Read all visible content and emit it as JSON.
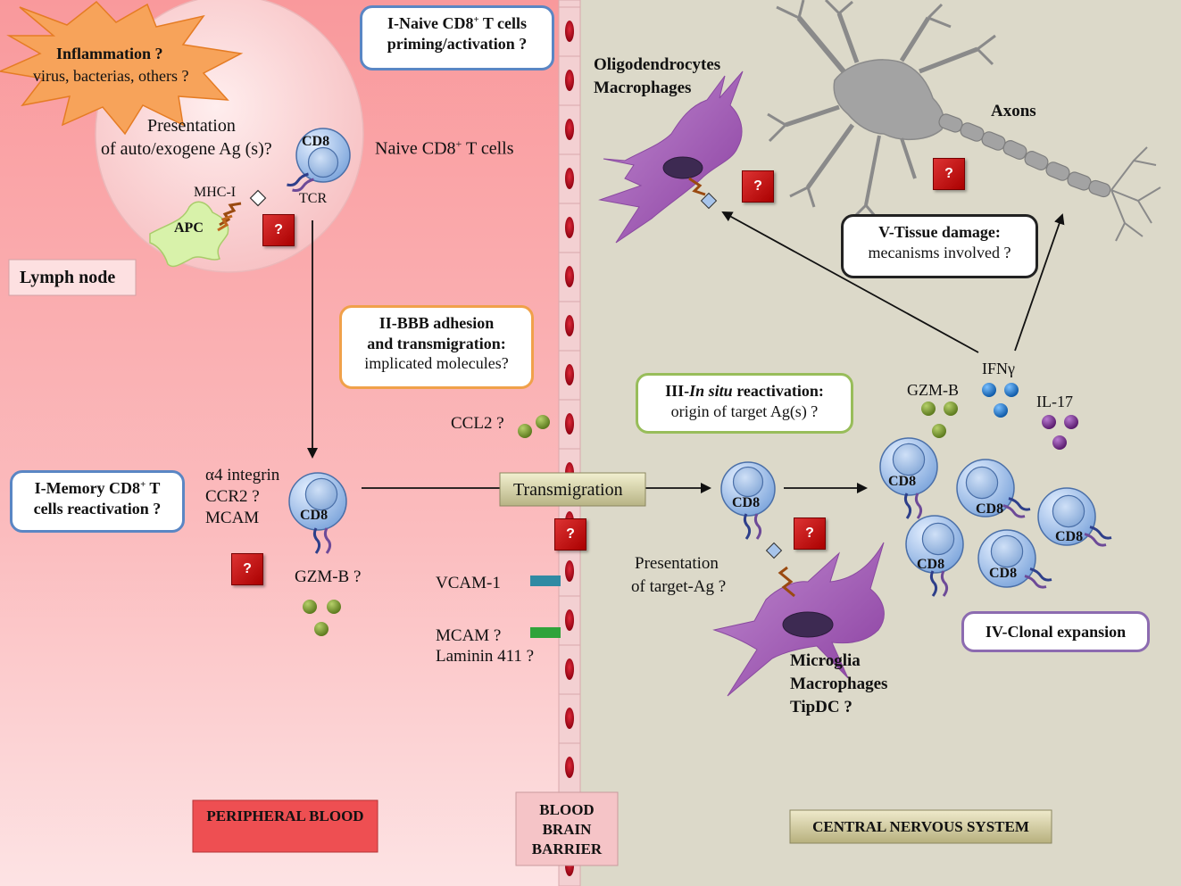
{
  "regions": {
    "peripheral_blood": "PERIPHERAL BLOOD",
    "blood_brain_barrier": [
      "BLOOD",
      "BRAIN",
      "BARRIER"
    ],
    "central_nervous_system": "CENTRAL NERVOUS SYSTEM",
    "lymph_node": "Lymph node"
  },
  "inflammation": {
    "title": "Inflammation ?",
    "subtitle": "virus, bacterias, others ?"
  },
  "presentation_auto": [
    "Presentation",
    "of auto/exogene Ag (s)?"
  ],
  "naive_label": {
    "text": "Naive CD8",
    "sup": "+",
    "tail": " T cells"
  },
  "boxes": {
    "naive_priming": {
      "line1_pre": "I-Naive CD8",
      "sup": "+",
      "line1_post": " T cells",
      "line2": "priming/activation ?"
    },
    "memory": {
      "line1_pre": "I-Memory CD8",
      "sup": "+",
      "line1_post": " T",
      "line2": "cells reactivation ?"
    },
    "bbb_adhesion": {
      "line1": "II-BBB adhesion",
      "line2": "and transmigration:",
      "line3": "implicated molecules?"
    },
    "in_situ": {
      "pre": "III-",
      "italic": "In situ",
      "post": " reactivation:",
      "line2": "origin of target Ag(s) ?"
    },
    "tissue_damage": {
      "line1": "V-Tissue damage:",
      "line2": "mecanisms involved ?"
    },
    "clonal_expansion": {
      "label": "IV-Clonal expansion"
    },
    "transmigration": {
      "label": "Transmigration"
    }
  },
  "labels": {
    "mhc": "MHC-I",
    "tcr": "TCR",
    "apc": "APC",
    "cd8": "CD8",
    "alpha4": "α4 integrin",
    "ccr2": "CCR2 ?",
    "mcam": "MCAM",
    "gzmb_blood": "GZM-B ?",
    "ccl2": "CCL2 ?",
    "vcam": "VCAM-1",
    "mcam_q": "MCAM ?",
    "laminin": "Laminin 411 ?",
    "presentation_target": [
      "Presentation",
      "of target-Ag ?"
    ],
    "oligodendrocytes": [
      "Oligodendrocytes",
      "Macrophages"
    ],
    "axons": "Axons",
    "gzmb_cns": "GZM-B",
    "ifng": "IFNγ",
    "il17": "IL-17",
    "microglia": [
      "Microglia",
      "Macrophages",
      "TipDC ?"
    ],
    "question": "?"
  },
  "colors": {
    "blood_bg": "#f9a3a5",
    "cns_bg": "#dcd9c9",
    "bbb_wall": "#f2c9cc",
    "rbc": "#b5081a",
    "cd8_cell": "#a8c4ea",
    "apc": "#d6f2a8",
    "microglia": "#a45fb4",
    "neuron": "#9d9d9d",
    "gzmb_bead": "#7a9630",
    "ifng_bead": "#1e79c8",
    "il17_bead": "#7a2c8e",
    "blue_border": "#5a86c4",
    "orange_border": "#f0a14a",
    "green_border": "#98bd5a",
    "purple_border": "#8c6bb0",
    "qmark": "#c11b1b"
  }
}
